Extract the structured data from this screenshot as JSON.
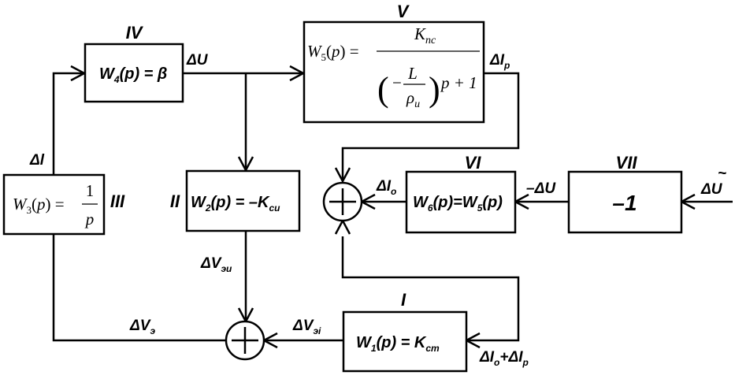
{
  "blocks": {
    "I": {
      "roman": "I",
      "w": "W",
      "sub": "1",
      "arg": "(p) = ",
      "k": "K",
      "ksub": "ст"
    },
    "II": {
      "roman": "II",
      "w": "W",
      "sub": "2",
      "arg": "(p) = –",
      "k": "K",
      "ksub": "си"
    },
    "III": {
      "roman": "III",
      "w": "W",
      "sub": "3",
      "lp": "(",
      "p": "p",
      "rp": ") =",
      "num": "1",
      "den": "p"
    },
    "IV": {
      "roman": "IV",
      "w": "W",
      "sub": "4",
      "arg": "(p) = β"
    },
    "V": {
      "roman": "V",
      "w": "W",
      "sub": "5",
      "lp": "(",
      "p": "p",
      "rp": ") =",
      "num_k": "K",
      "num_sub": "пс",
      "lparen": "(",
      "minus": "−",
      "L": "L",
      "rho": "ρ",
      "rho_sub": "и",
      "rparen": ")",
      "tail": "p + 1"
    },
    "VI": {
      "roman": "VI",
      "w": "W",
      "sub": "6",
      "mid": "(p)=",
      "w2": "W",
      "sub2": "5",
      "end": "(p)"
    },
    "VII": {
      "roman": "VII",
      "value": "–1"
    }
  },
  "signals": {
    "dU": "ΔU",
    "dl": "Δl",
    "dIp": {
      "main": "ΔI",
      "sub": "p"
    },
    "dIo": {
      "main": "ΔI",
      "sub": "o"
    },
    "minus_dU": "–ΔU",
    "dU_tilde": {
      "main": "ΔU",
      "accent": "~"
    },
    "dVei": {
      "main": "ΔV",
      "sub": "эи"
    },
    "dVe": {
      "main": "ΔV",
      "sub": "э"
    },
    "dVei_i": {
      "main": "ΔV",
      "sub": "эі"
    },
    "dIo_plus_dIp": {
      "a": "ΔI",
      "asub": "o",
      "plus": "+",
      "b": "ΔI",
      "bsub": "p"
    }
  },
  "summers": {
    "plus": "+"
  }
}
